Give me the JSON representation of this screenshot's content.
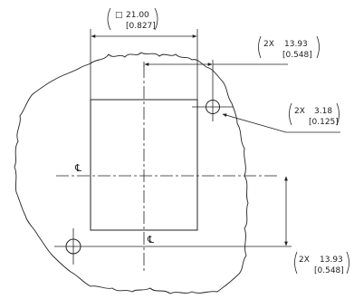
{
  "colors": {
    "ink": "#222222",
    "background": "#ffffff"
  },
  "dimensions": {
    "square_size": {
      "symbol": "□",
      "value": "21.00",
      "alt_value": "[0.827]"
    },
    "top_offset": {
      "prefix": "2X",
      "value": "13.93",
      "alt_value": "[0.548]"
    },
    "hole_diameter": {
      "prefix": "2X",
      "value": "3.18",
      "alt_value": "[0.125]"
    },
    "vertical_offset": {
      "prefix": "2X",
      "value": "13.93",
      "alt_value": "[0.548]"
    }
  },
  "centerline_symbol": "℄"
}
